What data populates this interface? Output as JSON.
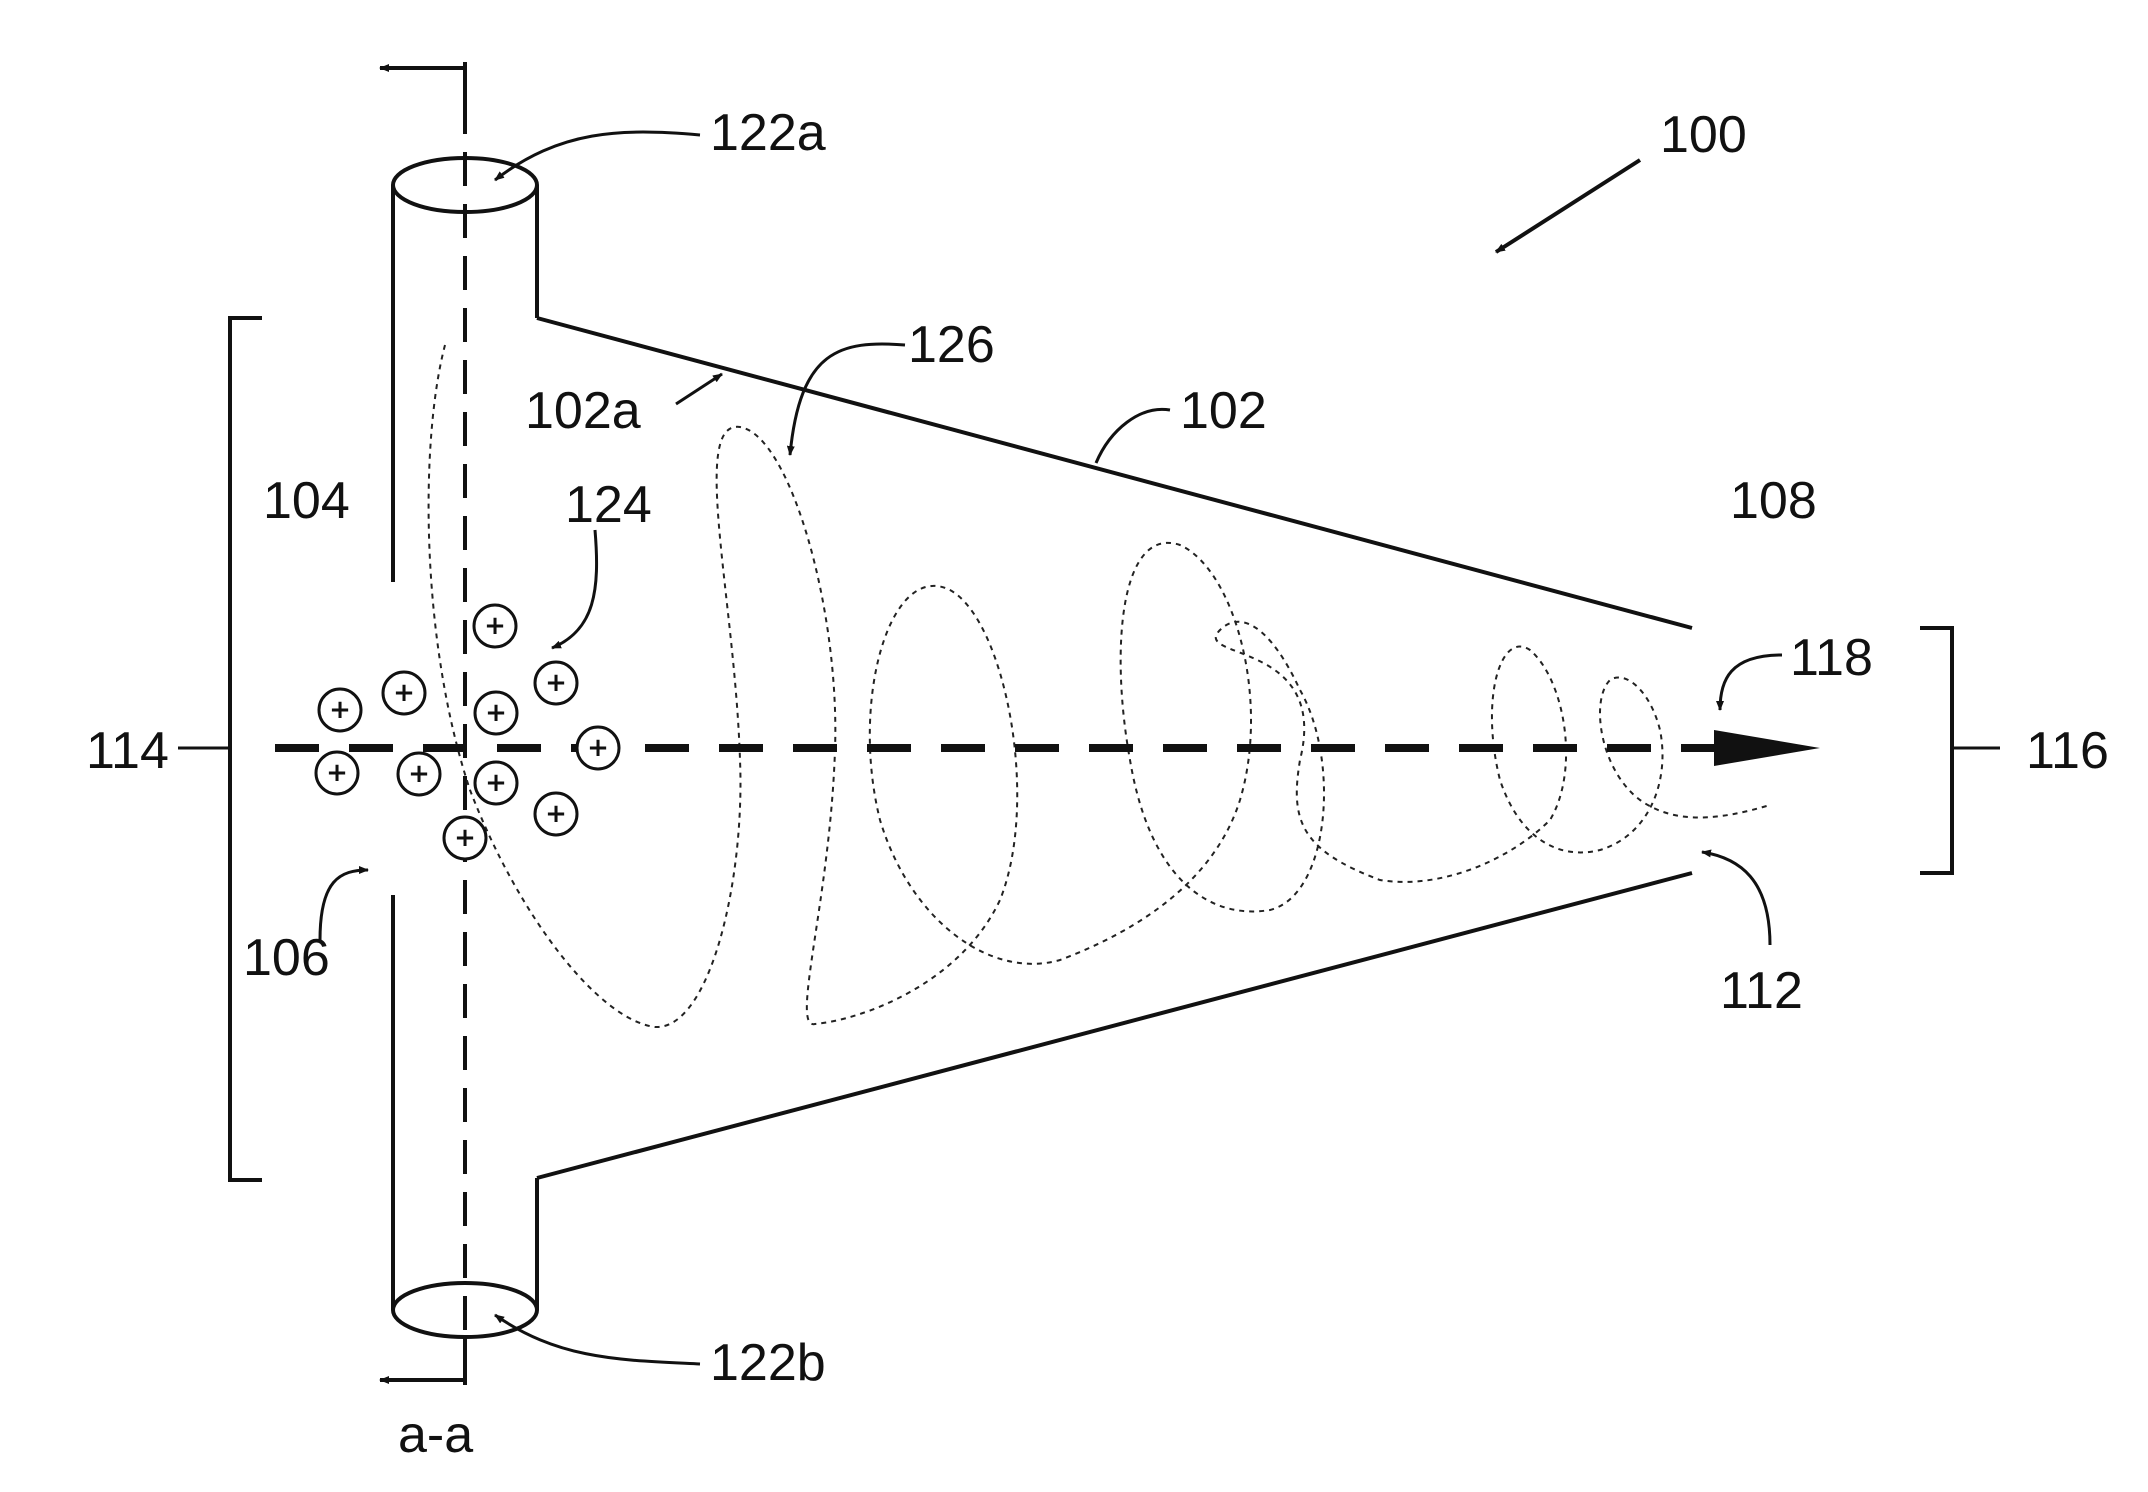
{
  "labels": {
    "device": "100",
    "wall": "102",
    "inner_surface": "102a",
    "inlet_region": "104",
    "ion_source": "106",
    "outlet_region": "108",
    "outlet": "112",
    "inlet_width": "114",
    "outlet_width": "116",
    "ion_flow": "118",
    "port_top": "122a",
    "port_bottom": "122b",
    "ions": "124",
    "trajectory": "126",
    "section": "a-a"
  },
  "ion_symbol": "+",
  "ion_count": 11
}
